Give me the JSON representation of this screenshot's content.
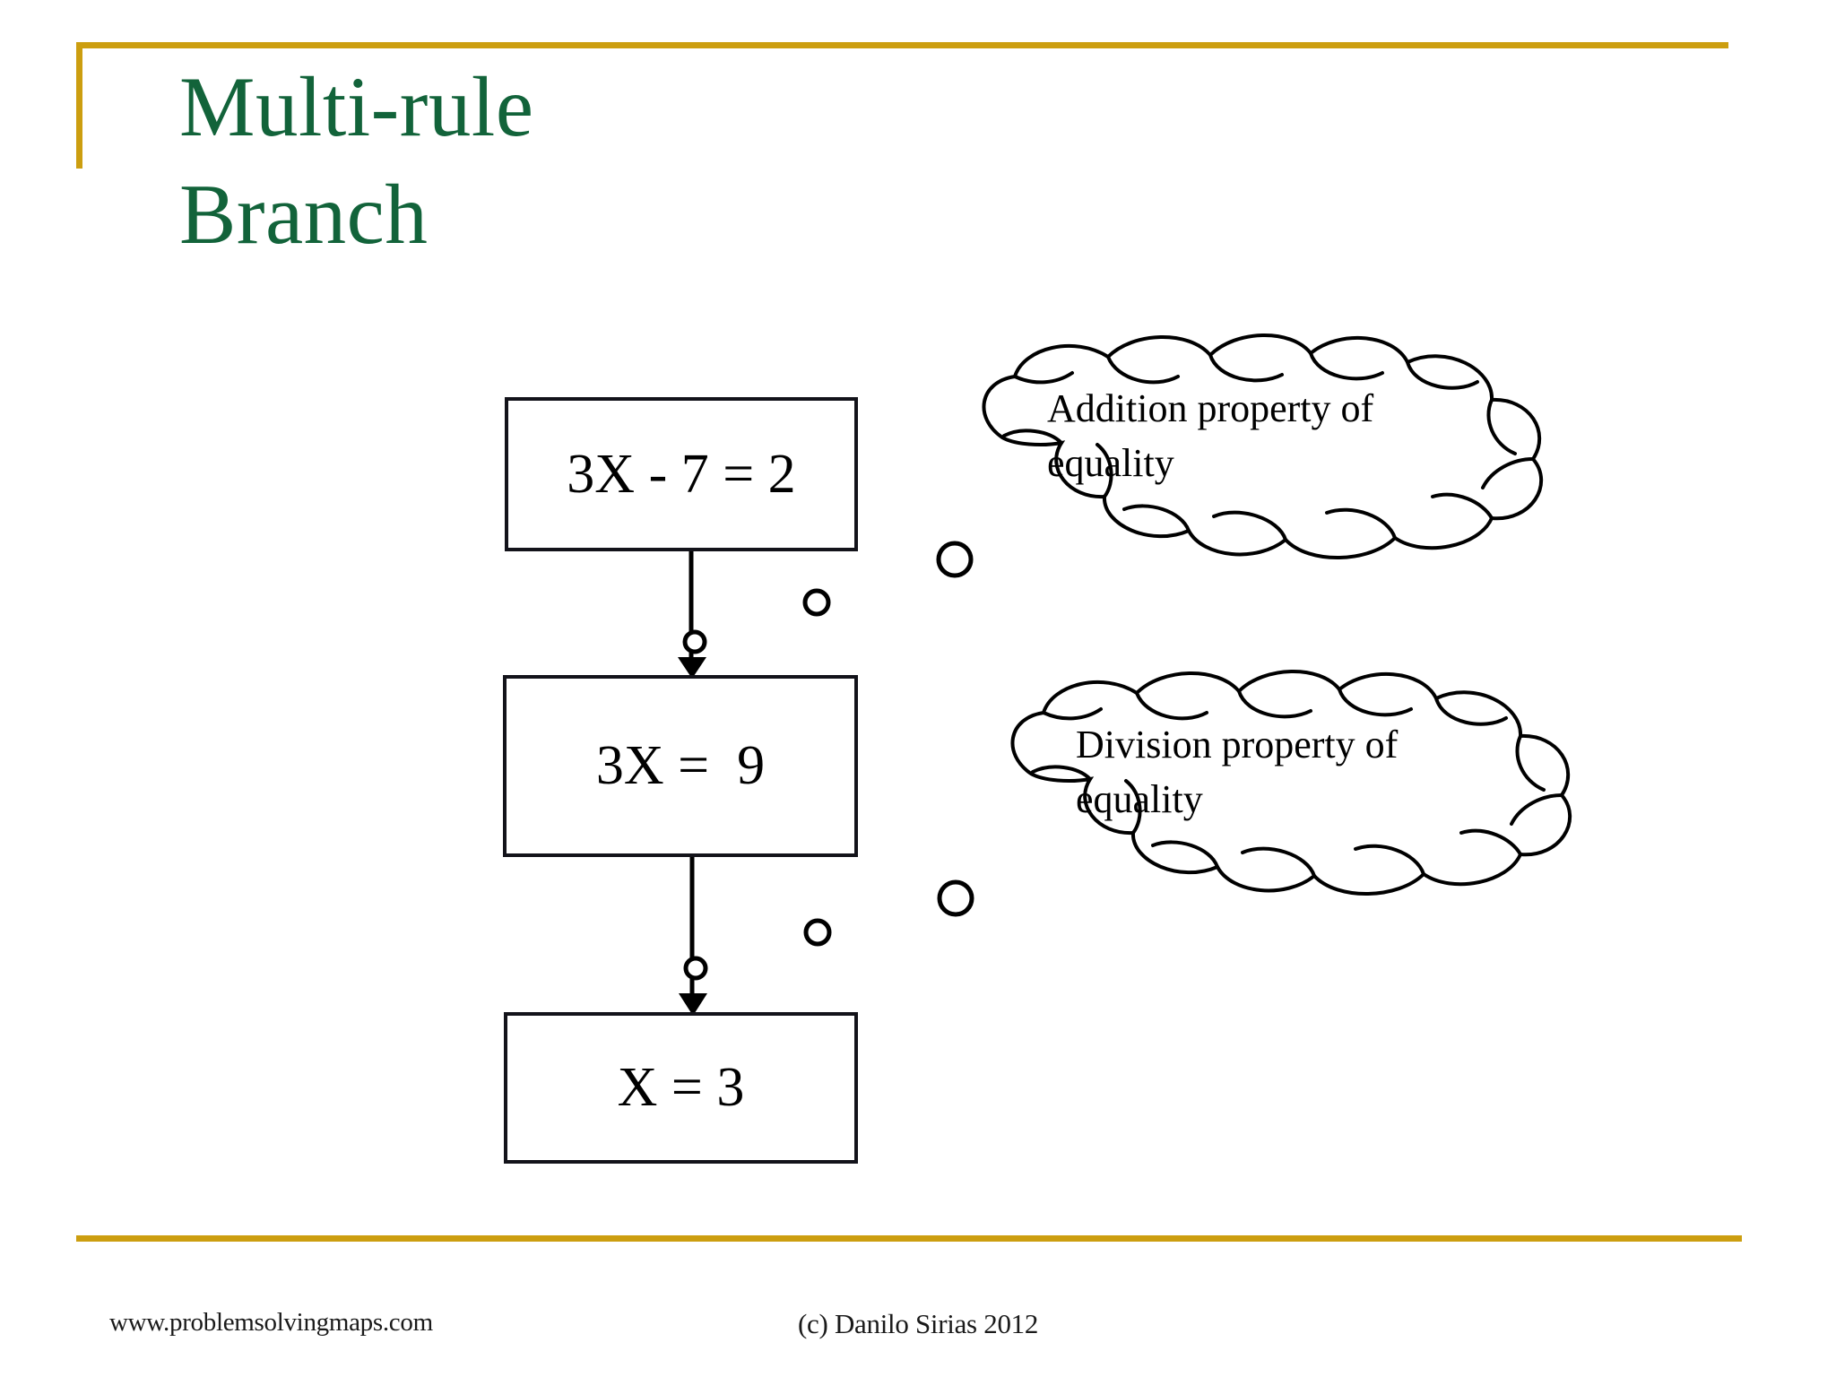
{
  "slide": {
    "title": "Multi-rule\nBranch",
    "title_color": "#12633a",
    "accent_color": "#cc9e10",
    "background_color": "#ffffff"
  },
  "diagram": {
    "type": "flowchart",
    "boxes": [
      {
        "id": "box-1",
        "label": "3X - 7 = 2"
      },
      {
        "id": "box-2",
        "label": "3X =  9"
      },
      {
        "id": "box-3",
        "label": "X = 3"
      }
    ],
    "clouds": [
      {
        "id": "cloud-1",
        "label": "Addition property of equality"
      },
      {
        "id": "cloud-2",
        "label": "Division property of equality"
      }
    ],
    "connectors": [
      {
        "from": "box-1",
        "to": "box-2",
        "style": "arrow-with-ellipse-marker"
      },
      {
        "from": "box-2",
        "to": "box-3",
        "style": "arrow-with-ellipse-marker"
      }
    ],
    "markers": [
      {
        "name": "small-circle-upper",
        "size": "medium"
      },
      {
        "name": "large-circle-upper",
        "size": "large"
      },
      {
        "name": "small-circle-lower",
        "size": "medium"
      },
      {
        "name": "large-circle-lower",
        "size": "large"
      }
    ]
  },
  "footer": {
    "website": "www.problemsolvingmaps.com",
    "copyright": "(c) Danilo Sirias 2012"
  }
}
